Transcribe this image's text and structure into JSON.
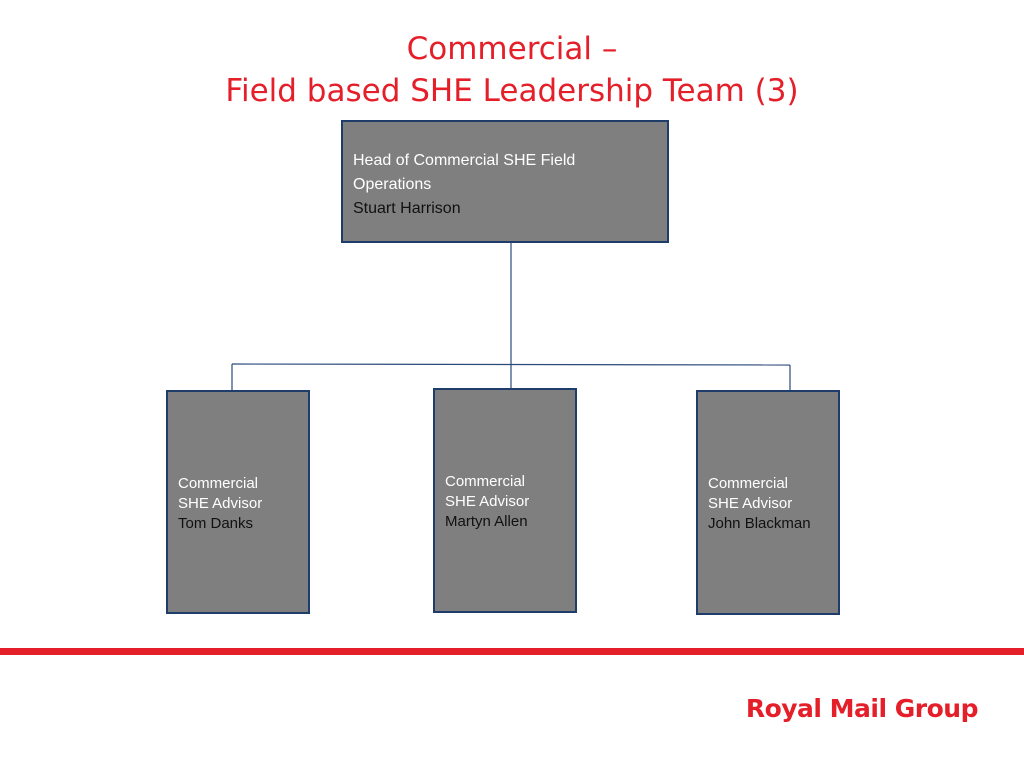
{
  "title": {
    "line1": "Commercial –",
    "line2": "Field based SHE Leadership Team (3)"
  },
  "head": {
    "role_line1": "Head of Commercial SHE Field",
    "role_line2": "Operations",
    "name": "Stuart Harrison"
  },
  "advisors": [
    {
      "role_line1": "Commercial",
      "role_line2": "SHE Advisor",
      "name": "Tom Danks"
    },
    {
      "role_line1": "Commercial",
      "role_line2": "SHE Advisor",
      "name": "Martyn Allen"
    },
    {
      "role_line1": "Commercial",
      "role_line2": "SHE Advisor",
      "name": "John Blackman"
    }
  ],
  "footer": {
    "logo_text": "Royal Mail Group"
  },
  "colors": {
    "accent_red": "#e41f2a",
    "box_fill": "#7f7f7f",
    "box_border": "#1f3d6b",
    "connector": "#2b4a7a"
  }
}
